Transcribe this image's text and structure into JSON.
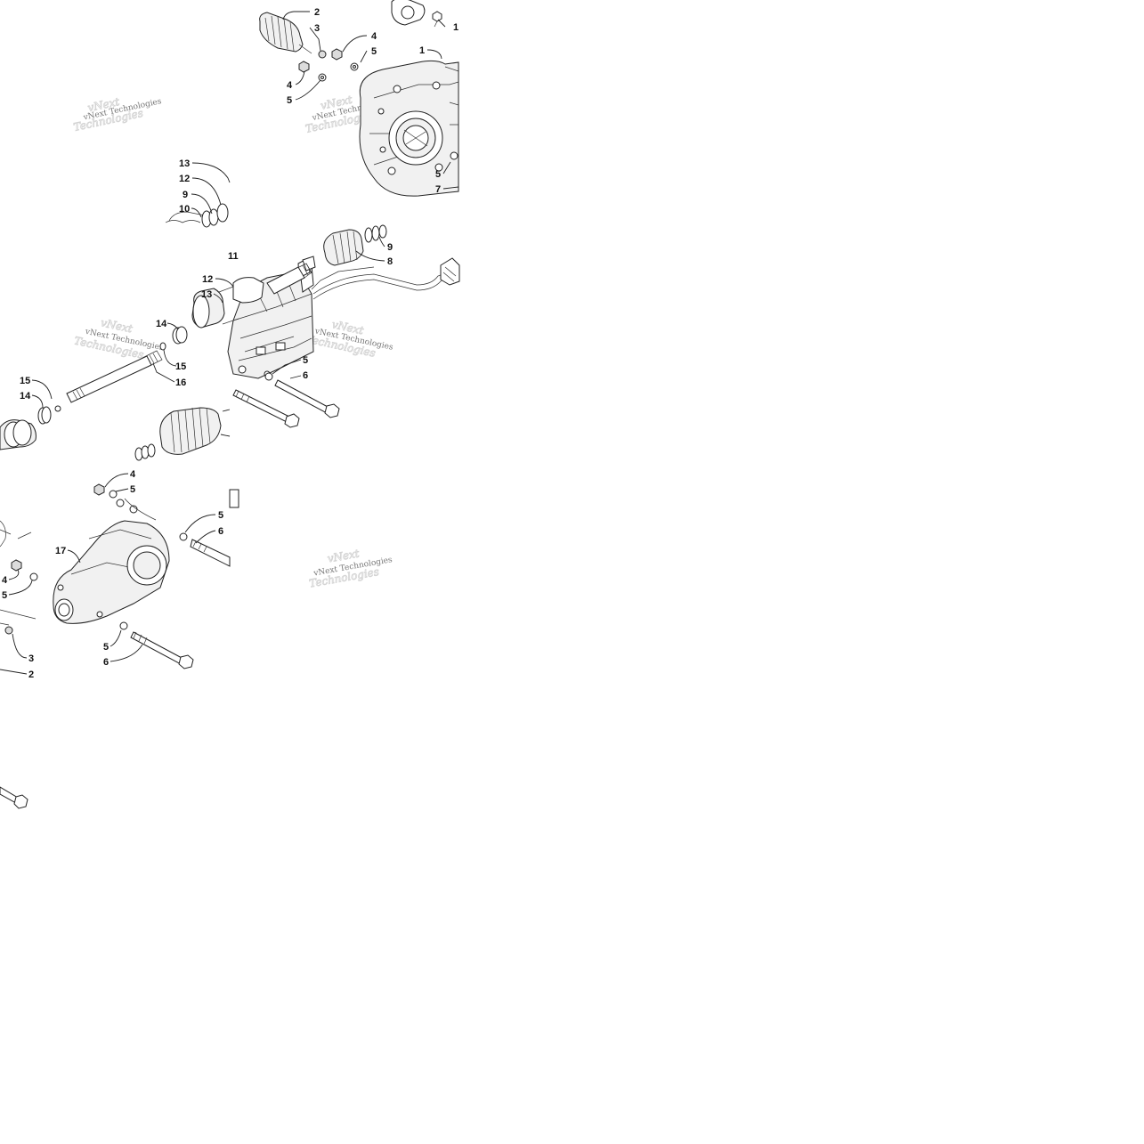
{
  "diagram": {
    "watermark_text": "vNext Technologies",
    "callouts": [
      "1",
      "2",
      "3",
      "4",
      "5",
      "4",
      "5",
      "1",
      "5",
      "7",
      "13",
      "12",
      "9",
      "10",
      "11",
      "12",
      "13",
      "14",
      "15",
      "16",
      "15",
      "14",
      "9",
      "8",
      "5",
      "6",
      "4",
      "5",
      "5",
      "6",
      "17",
      "4",
      "5",
      "3",
      "2",
      "5",
      "6"
    ]
  },
  "colors": {
    "line": "#222222",
    "fill_light": "#f1f1f1",
    "fill_dark": "#dcdcdc",
    "watermark": "#777777"
  }
}
